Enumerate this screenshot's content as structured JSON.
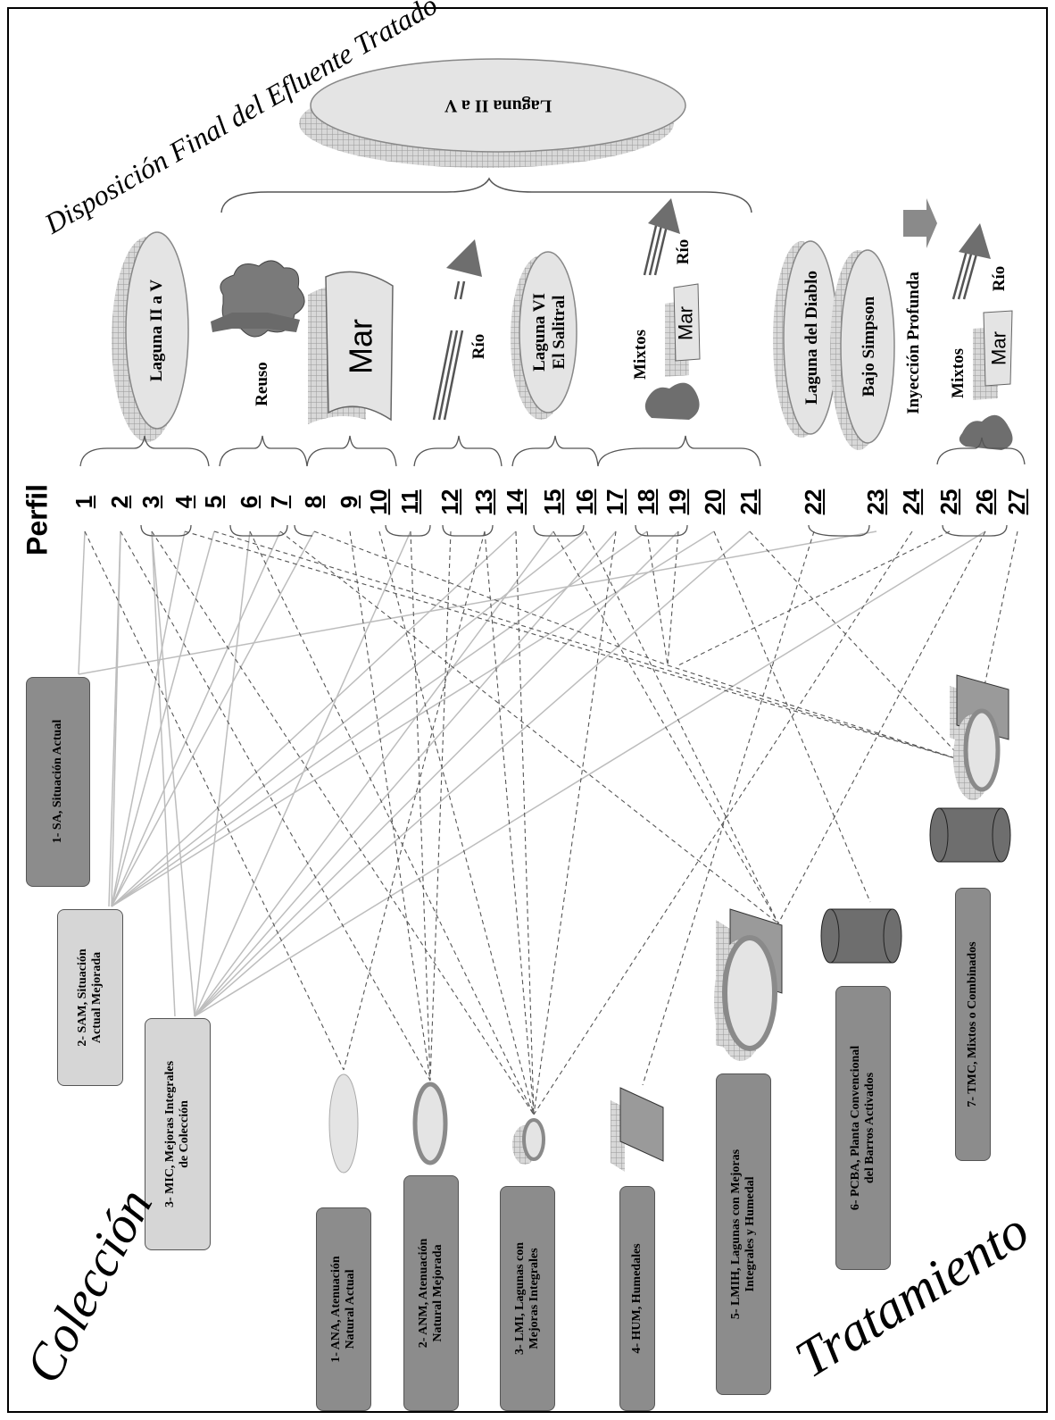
{
  "title_top": "Disposición Final del Efluente Tratado",
  "title_left": "Colección",
  "title_right": "Tratamiento",
  "perfil_label": "Perfil",
  "profiles": [
    "1",
    "2",
    "3",
    "4",
    "5",
    "6",
    "7",
    "8",
    "9",
    "10",
    "11",
    "12",
    "13",
    "14",
    "15",
    "16",
    "17",
    "18",
    "19",
    "20",
    "21",
    "22",
    "23",
    "24",
    "25",
    "26",
    "27"
  ],
  "disposal": {
    "laguna_top": "Laguna II a V",
    "laguna_iiv": "Laguna II a V",
    "reuso": "Reuso",
    "mar": "Mar",
    "rio": "Río",
    "laguna_vi_1": "Laguna VI",
    "laguna_vi_2": "El Salitral",
    "mixtos": "Mixtos",
    "laguna_diablo": "Laguna del Diablo",
    "bajo_simpson": "Bajo Simpson",
    "inyeccion": "Inyección Profunda"
  },
  "collection": {
    "sa": "1- SA, Situación Actual",
    "sam_1": "2- SAM, Situación",
    "sam_2": "Actual Mejorada",
    "mic_1": "3- MIC, Mejoras Integrales",
    "mic_2": "de Colección"
  },
  "treatment": {
    "ana_1": "1- ANA, Atenuación",
    "ana_2": "Natural Actual",
    "anm_1": "2- ANM, Atenuación",
    "anm_2": "Natural Mejorada",
    "lmi_1": "3- LMI, Lagunas con",
    "lmi_2": "Mejoras Integrales",
    "hum": "4- HUM, Humedales",
    "lmih_1": "5- LMIH, Lagunas con Mejoras",
    "lmih_2": "Integrales y Humedal",
    "pcba_1": "6- PCBA, Planta Convencional",
    "pcba_2": "del Barros Activados",
    "tmc": "7- TMC, Mixtos o Combinados"
  },
  "colors": {
    "box_dark": "#8c8c8c",
    "box_light": "#d6d6d6",
    "oval_fill": "#e4e4e4",
    "arrow": "#6e6e6e",
    "line_solid": "#bdbdbd",
    "line_dashed": "#555555"
  }
}
